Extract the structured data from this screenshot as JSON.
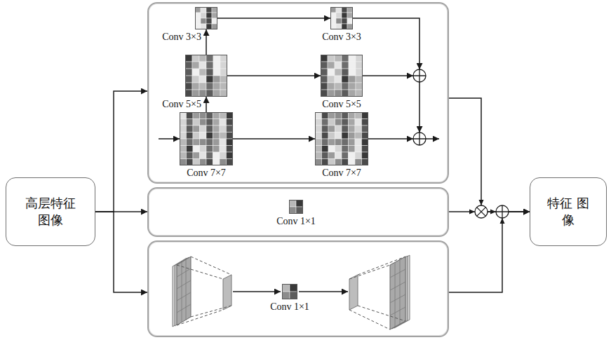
{
  "diagram": {
    "nodes": [
      {
        "text": [
          "高层特征 图像"
        ]
      },
      {
        "text": []
      },
      {
        "text": [
          "Conv 3×3"
        ],
        "in": 1
      },
      {
        "text": [
          "Conv 3×3"
        ],
        "in": 1
      },
      {
        "text": [
          "Conv 5×5"
        ],
        "in": 1
      },
      {
        "text": [
          "Conv 5×5"
        ],
        "in": 1
      },
      {
        "text": [
          "Conv 7×7"
        ],
        "in": 1
      },
      {
        "text": [
          "Conv 7×7"
        ],
        "in": 1
      },
      {
        "text": []
      },
      {
        "text": [
          "Conv 1×1"
        ],
        "in": 8
      },
      {
        "text": []
      },
      {
        "text": [
          "Conv 1×1"
        ],
        "in": 10
      },
      {
        "text": [
          "特征 图像"
        ]
      }
    ],
    "edges": [
      {
        "from": 0,
        "to": 1,
        "arrow": "to"
      },
      {
        "from": 0,
        "to": 8,
        "arrow": "to"
      },
      {
        "from": 0,
        "to": 10,
        "arrow": "to"
      },
      {
        "from": 6,
        "to": 4,
        "arrow": "to"
      },
      {
        "from": 4,
        "to": 2,
        "arrow": "to"
      },
      {
        "from": 2,
        "to": 3,
        "arrow": "to"
      },
      {
        "from": 4,
        "to": 5,
        "arrow": "to"
      },
      {
        "from": 6,
        "to": 7,
        "arrow": "to"
      },
      {
        "from": 1,
        "to": 12,
        "arrow": "to"
      },
      {
        "from": 8,
        "to": 12,
        "arrow": "to"
      },
      {
        "from": 10,
        "to": 12,
        "arrow": "to"
      }
    ]
  }
}
